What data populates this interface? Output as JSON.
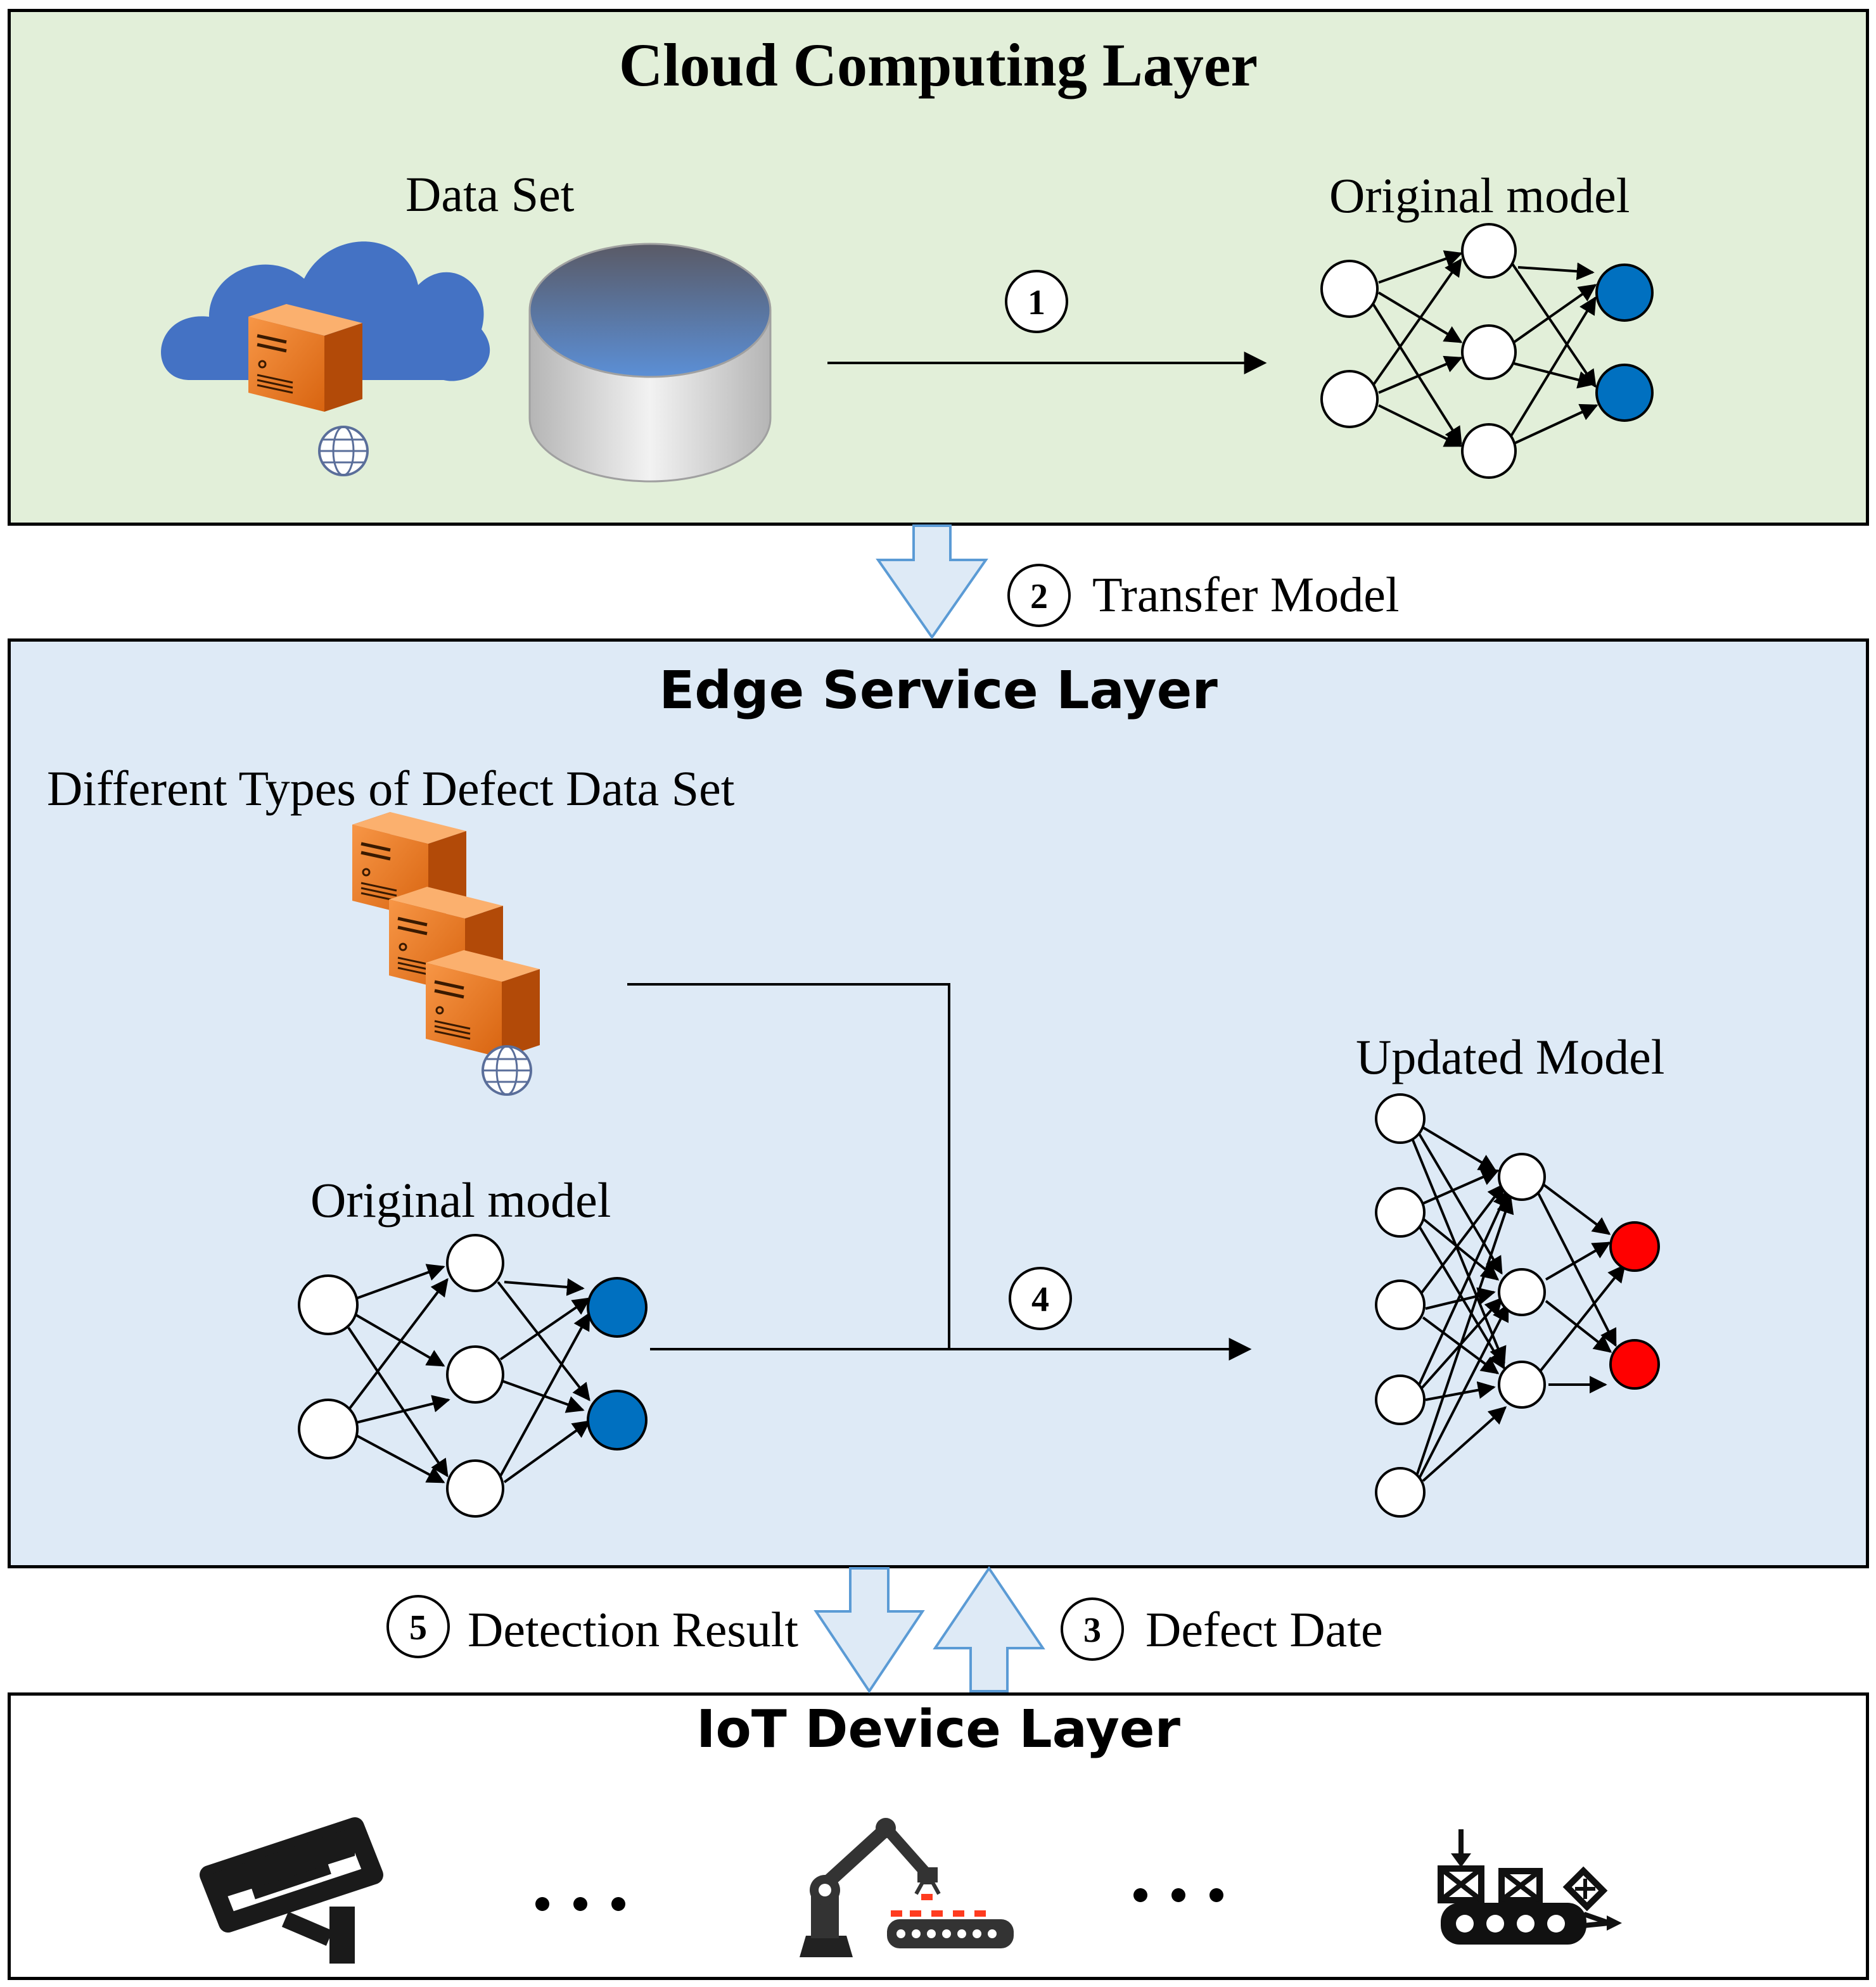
{
  "cloud": {
    "title": "Cloud Computing Layer",
    "dataset_label": "Data Set",
    "model_label": "Original model",
    "step1": "1"
  },
  "transfer": {
    "step": "2",
    "label": "Transfer Model"
  },
  "edge": {
    "title": "Edge Service Layer",
    "defect_label": "Different Types of  Defect Data Set",
    "original_label": "Original model",
    "updated_label": "Updated Model",
    "step4": "4"
  },
  "links": {
    "detection_step": "5",
    "detection_label": "Detection Result",
    "defect_step": "3",
    "defect_label": "Defect Date"
  },
  "iot": {
    "title": "IoT Device Layer",
    "devices": [
      "camera-icon",
      "robot-arm-icon",
      "conveyor-icon"
    ]
  },
  "colors": {
    "cloud_bg": "#e2efd9",
    "edge_bg": "#deeaf6",
    "blue_node": "#0070c0",
    "red_node": "#ff0000",
    "server_orange": "#e46c0a",
    "cloud_blue": "#4472c4",
    "arrow_fill": "#deeaf6",
    "arrow_stroke": "#5b9bd5"
  }
}
